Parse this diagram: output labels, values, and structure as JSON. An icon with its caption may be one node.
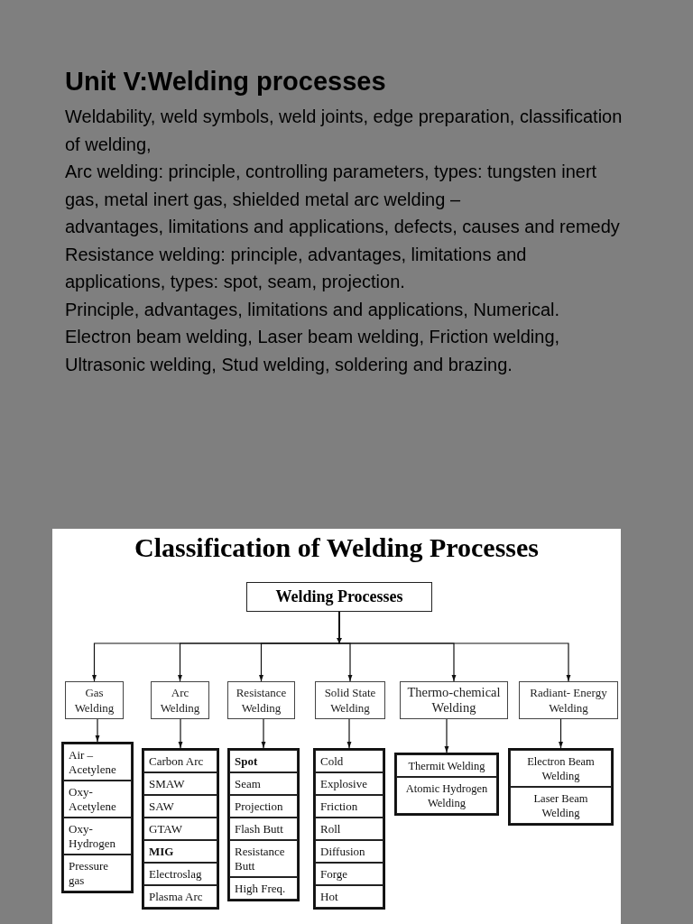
{
  "diagram": {
    "title": "Unit V:Welding processes",
    "nodes": [
      {
        "text": [
          "Welding Processes"
        ]
      },
      {
        "text": [
          "Gas Welding"
        ]
      },
      {
        "text": [
          "Arc Welding"
        ]
      },
      {
        "text": [
          "Resistance Welding"
        ]
      },
      {
        "text": [
          "Solid State Welding"
        ]
      },
      {
        "text": [
          "Thermo-chemical Welding"
        ]
      },
      {
        "text": [
          "Radiant- Energy Welding"
        ]
      },
      {
        "text": [],
        "shape": "box"
      },
      {
        "text": [
          "Air – Acetylene"
        ],
        "in": 7
      },
      {
        "text": [
          "Oxy- Acetylene"
        ],
        "in": 7
      },
      {
        "text": [
          "Oxy- Hydrogen"
        ],
        "in": 7
      },
      {
        "text": [
          "Pressure gas"
        ],
        "in": 7
      },
      {
        "text": [],
        "shape": "box"
      },
      {
        "text": [
          "Carbon Arc"
        ],
        "in": 12
      },
      {
        "text": [
          "SMAW"
        ],
        "in": 12
      },
      {
        "text": [
          "SAW"
        ],
        "in": 12
      },
      {
        "text": [
          "GTAW"
        ],
        "in": 12
      },
      {
        "text": [
          "MIG"
        ],
        "in": 12
      },
      {
        "text": [
          "Electroslag"
        ],
        "in": 12
      },
      {
        "text": [
          "Plasma Arc"
        ],
        "in": 12
      },
      {
        "text": [],
        "shape": "box"
      },
      {
        "text": [
          "Spot"
        ],
        "in": 20
      },
      {
        "text": [
          "Seam"
        ],
        "in": 20
      },
      {
        "text": [
          "Projection"
        ],
        "in": 20
      },
      {
        "text": [
          "Flash Butt"
        ],
        "in": 20
      },
      {
        "text": [
          "Resistance Butt"
        ],
        "in": 20
      },
      {
        "text": [
          "High Freq."
        ],
        "in": 20
      },
      {
        "text": [],
        "shape": "box"
      },
      {
        "text": [
          "Cold"
        ],
        "in": 27
      },
      {
        "text": [
          "Explosive"
        ],
        "in": 27
      },
      {
        "text": [
          "Friction"
        ],
        "in": 27
      },
      {
        "text": [
          "Roll"
        ],
        "in": 27
      },
      {
        "text": [
          "Diffusion"
        ],
        "in": 27
      },
      {
        "text": [
          "Forge"
        ],
        "in": 27
      },
      {
        "text": [
          "Hot"
        ],
        "in": 27
      },
      {
        "text": [],
        "shape": "box"
      },
      {
        "text": [
          "Thermit Welding"
        ],
        "in": 35
      },
      {
        "text": [
          "Atomic Hydrogen Welding"
        ],
        "in": 35
      },
      {
        "text": [],
        "shape": "box"
      },
      {
        "text": [
          "Electron Beam Welding"
        ],
        "in": 38
      },
      {
        "text": [
          "Laser Beam Welding"
        ],
        "in": 38
      }
    ],
    "edges": [
      {
        "from": 0,
        "to": 1,
        "arrow": "to"
      },
      {
        "from": 0,
        "to": 2,
        "arrow": "to"
      },
      {
        "from": 0,
        "to": 3,
        "arrow": "to"
      },
      {
        "from": 0,
        "to": 4,
        "arrow": "to"
      },
      {
        "from": 0,
        "to": 5,
        "arrow": "to"
      },
      {
        "from": 0,
        "to": 6,
        "arrow": "to"
      },
      {
        "from": 1,
        "to": 7,
        "arrow": "to"
      },
      {
        "from": 2,
        "to": 12,
        "arrow": "to"
      },
      {
        "from": 3,
        "to": 20,
        "arrow": "to"
      },
      {
        "from": 4,
        "to": 27,
        "arrow": "to"
      },
      {
        "from": 5,
        "to": 35,
        "arrow": "to"
      },
      {
        "from": 6,
        "to": 38,
        "arrow": "to"
      }
    ],
    "labels": [
      "Weldability, weld symbols, weld joints, edge preparation, classification of welding,",
      "Arc welding: principle, controlling parameters, types: tungsten inert gas, metal inert gas, shielded metal arc welding –",
      "advantages, limitations and applications, defects, causes and remedy",
      "Resistance welding: principle, advantages, limitations and applications, types: spot, seam, projection.",
      "Principle, advantages, limitations and applications, Numerical.",
      "Electron beam welding, Laser beam welding, Friction welding, Ultrasonic welding, Stud welding, soldering and brazing.",
      "Classification of Welding Processes"
    ]
  }
}
